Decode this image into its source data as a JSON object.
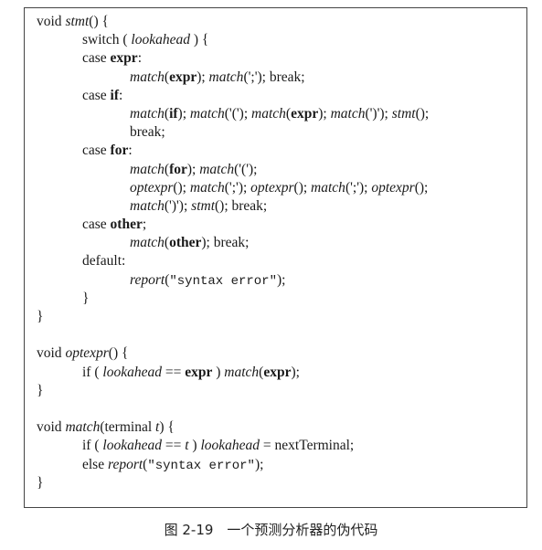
{
  "code_lines": [
    {
      "indent": 0,
      "tokens": [
        {
          "t": "void ",
          "s": "rm"
        },
        {
          "t": "stmt",
          "s": "it"
        },
        {
          "t": "() {",
          "s": "rm"
        }
      ]
    },
    {
      "indent": 1,
      "tokens": [
        {
          "t": "switch ( ",
          "s": "rm"
        },
        {
          "t": "lookahead",
          "s": "it"
        },
        {
          "t": " ) {",
          "s": "rm"
        }
      ]
    },
    {
      "indent": 1,
      "tokens": [
        {
          "t": "case ",
          "s": "rm"
        },
        {
          "t": "expr",
          "s": "kw"
        },
        {
          "t": ":",
          "s": "rm"
        }
      ]
    },
    {
      "indent": 2,
      "tokens": [
        {
          "t": "match",
          "s": "it"
        },
        {
          "t": "(",
          "s": "rm"
        },
        {
          "t": "expr",
          "s": "kw"
        },
        {
          "t": "); ",
          "s": "rm"
        },
        {
          "t": "match",
          "s": "it"
        },
        {
          "t": "(';'); break;",
          "s": "rm"
        }
      ]
    },
    {
      "indent": 1,
      "tokens": [
        {
          "t": "case ",
          "s": "rm"
        },
        {
          "t": "if",
          "s": "kw"
        },
        {
          "t": ":",
          "s": "rm"
        }
      ]
    },
    {
      "indent": 2,
      "tokens": [
        {
          "t": "match",
          "s": "it"
        },
        {
          "t": "(",
          "s": "rm"
        },
        {
          "t": "if",
          "s": "kw"
        },
        {
          "t": "); ",
          "s": "rm"
        },
        {
          "t": "match",
          "s": "it"
        },
        {
          "t": "('('); ",
          "s": "rm"
        },
        {
          "t": "match",
          "s": "it"
        },
        {
          "t": "(",
          "s": "rm"
        },
        {
          "t": "expr",
          "s": "kw"
        },
        {
          "t": "); ",
          "s": "rm"
        },
        {
          "t": "match",
          "s": "it"
        },
        {
          "t": "(')'); ",
          "s": "rm"
        },
        {
          "t": "stmt",
          "s": "it"
        },
        {
          "t": "();",
          "s": "rm"
        }
      ]
    },
    {
      "indent": 2,
      "tokens": [
        {
          "t": "break;",
          "s": "rm"
        }
      ]
    },
    {
      "indent": 1,
      "tokens": [
        {
          "t": "case ",
          "s": "rm"
        },
        {
          "t": "for",
          "s": "kw"
        },
        {
          "t": ":",
          "s": "rm"
        }
      ]
    },
    {
      "indent": 2,
      "tokens": [
        {
          "t": "match",
          "s": "it"
        },
        {
          "t": "(",
          "s": "rm"
        },
        {
          "t": "for",
          "s": "kw"
        },
        {
          "t": "); ",
          "s": "rm"
        },
        {
          "t": "match",
          "s": "it"
        },
        {
          "t": "('(');",
          "s": "rm"
        }
      ]
    },
    {
      "indent": 2,
      "tokens": [
        {
          "t": "optexpr",
          "s": "it"
        },
        {
          "t": "(); ",
          "s": "rm"
        },
        {
          "t": "match",
          "s": "it"
        },
        {
          "t": "(';'); ",
          "s": "rm"
        },
        {
          "t": "optexpr",
          "s": "it"
        },
        {
          "t": "(); ",
          "s": "rm"
        },
        {
          "t": "match",
          "s": "it"
        },
        {
          "t": "(';'); ",
          "s": "rm"
        },
        {
          "t": "optexpr",
          "s": "it"
        },
        {
          "t": "();",
          "s": "rm"
        }
      ]
    },
    {
      "indent": 2,
      "tokens": [
        {
          "t": "match",
          "s": "it"
        },
        {
          "t": "(')'); ",
          "s": "rm"
        },
        {
          "t": "stmt",
          "s": "it"
        },
        {
          "t": "(); break;",
          "s": "rm"
        }
      ]
    },
    {
      "indent": 1,
      "tokens": [
        {
          "t": "case ",
          "s": "rm"
        },
        {
          "t": "other",
          "s": "kw"
        },
        {
          "t": ";",
          "s": "rm"
        }
      ]
    },
    {
      "indent": 2,
      "tokens": [
        {
          "t": "match",
          "s": "it"
        },
        {
          "t": "(",
          "s": "rm"
        },
        {
          "t": "other",
          "s": "kw"
        },
        {
          "t": "); break;",
          "s": "rm"
        }
      ]
    },
    {
      "indent": 1,
      "tokens": [
        {
          "t": "default:",
          "s": "rm"
        }
      ]
    },
    {
      "indent": 2,
      "tokens": [
        {
          "t": "report",
          "s": "it"
        },
        {
          "t": "(",
          "s": "rm"
        },
        {
          "t": "\"syntax error\"",
          "s": "tt"
        },
        {
          "t": ");",
          "s": "rm"
        }
      ]
    },
    {
      "indent": 1,
      "tokens": [
        {
          "t": "}",
          "s": "rm"
        }
      ]
    },
    {
      "indent": 0,
      "tokens": [
        {
          "t": "}",
          "s": "rm"
        }
      ]
    },
    {
      "indent": 0,
      "tokens": []
    },
    {
      "indent": 0,
      "tokens": [
        {
          "t": "void ",
          "s": "rm"
        },
        {
          "t": "optexpr",
          "s": "it"
        },
        {
          "t": "() {",
          "s": "rm"
        }
      ]
    },
    {
      "indent": 1,
      "tokens": [
        {
          "t": "if ( ",
          "s": "rm"
        },
        {
          "t": "lookahead",
          "s": "it"
        },
        {
          "t": " == ",
          "s": "rm"
        },
        {
          "t": "expr",
          "s": "kw"
        },
        {
          "t": " ) ",
          "s": "rm"
        },
        {
          "t": "match",
          "s": "it"
        },
        {
          "t": "(",
          "s": "rm"
        },
        {
          "t": "expr",
          "s": "kw"
        },
        {
          "t": ");",
          "s": "rm"
        }
      ]
    },
    {
      "indent": 0,
      "tokens": [
        {
          "t": "}",
          "s": "rm"
        }
      ]
    },
    {
      "indent": 0,
      "tokens": []
    },
    {
      "indent": 0,
      "tokens": [
        {
          "t": "void ",
          "s": "rm"
        },
        {
          "t": "match",
          "s": "it"
        },
        {
          "t": "(terminal ",
          "s": "rm"
        },
        {
          "t": "t",
          "s": "it"
        },
        {
          "t": ") {",
          "s": "rm"
        }
      ]
    },
    {
      "indent": 1,
      "tokens": [
        {
          "t": "if ( ",
          "s": "rm"
        },
        {
          "t": "lookahead",
          "s": "it"
        },
        {
          "t": " == ",
          "s": "rm"
        },
        {
          "t": "t",
          "s": "it"
        },
        {
          "t": " ) ",
          "s": "rm"
        },
        {
          "t": "lookahead",
          "s": "it"
        },
        {
          "t": " = nextTerminal;",
          "s": "rm"
        }
      ]
    },
    {
      "indent": 1,
      "tokens": [
        {
          "t": "else ",
          "s": "rm"
        },
        {
          "t": "report",
          "s": "it"
        },
        {
          "t": "(",
          "s": "rm"
        },
        {
          "t": "\"syntax error\"",
          "s": "tt"
        },
        {
          "t": ");",
          "s": "rm"
        }
      ]
    },
    {
      "indent": 0,
      "tokens": [
        {
          "t": "}",
          "s": "rm"
        }
      ]
    }
  ],
  "caption": "图 2-19　一个预测分析器的伪代码"
}
